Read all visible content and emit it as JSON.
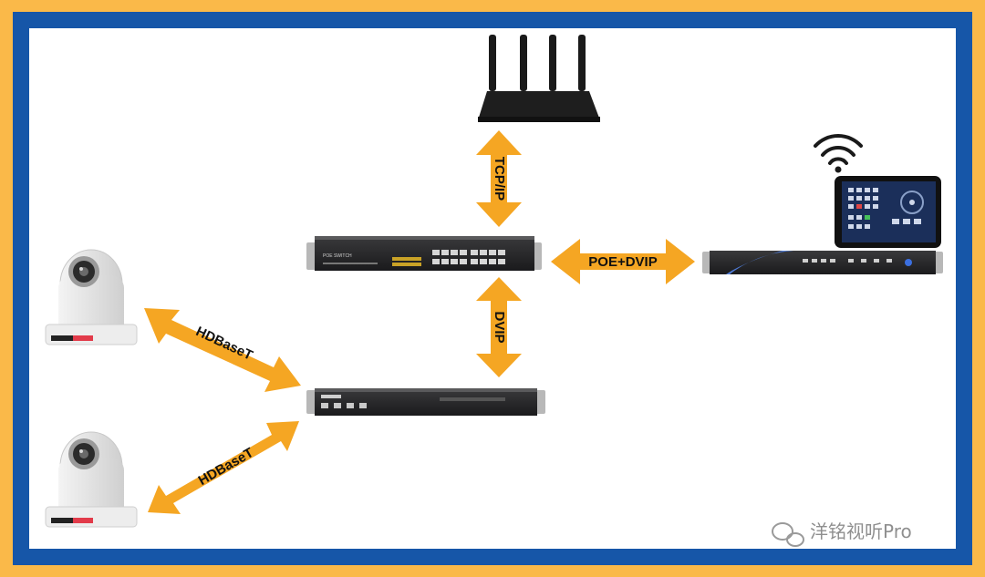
{
  "colors": {
    "outer_border": "#fab949",
    "inner_border": "#1656a8",
    "canvas": "#ffffff",
    "arrow": "#f5a623",
    "device_dark": "#1e1e20",
    "camera_body": "#e4e4e4"
  },
  "devices": {
    "router": {
      "icon": "router-icon"
    },
    "switch": {
      "label": "POE SWITCH",
      "icon": "switch-icon"
    },
    "controller": {
      "icon": "controller-icon"
    },
    "tablet": {
      "icon": "tablet-icon"
    },
    "wifi": {
      "icon": "wifi-icon"
    },
    "extender": {
      "icon": "extender-icon"
    },
    "camera_top": {
      "icon": "ptz-camera-icon"
    },
    "camera_bottom": {
      "icon": "ptz-camera-icon"
    }
  },
  "links": {
    "router_switch": "TCP/IP",
    "switch_controller": "POE+DVIP",
    "switch_extender": "DVIP",
    "camera_top_extender": "HDBaseT",
    "camera_bottom_extender": "HDBaseT"
  },
  "watermark": {
    "text": "洋铭视听Pro",
    "icon": "wechat-icon"
  }
}
